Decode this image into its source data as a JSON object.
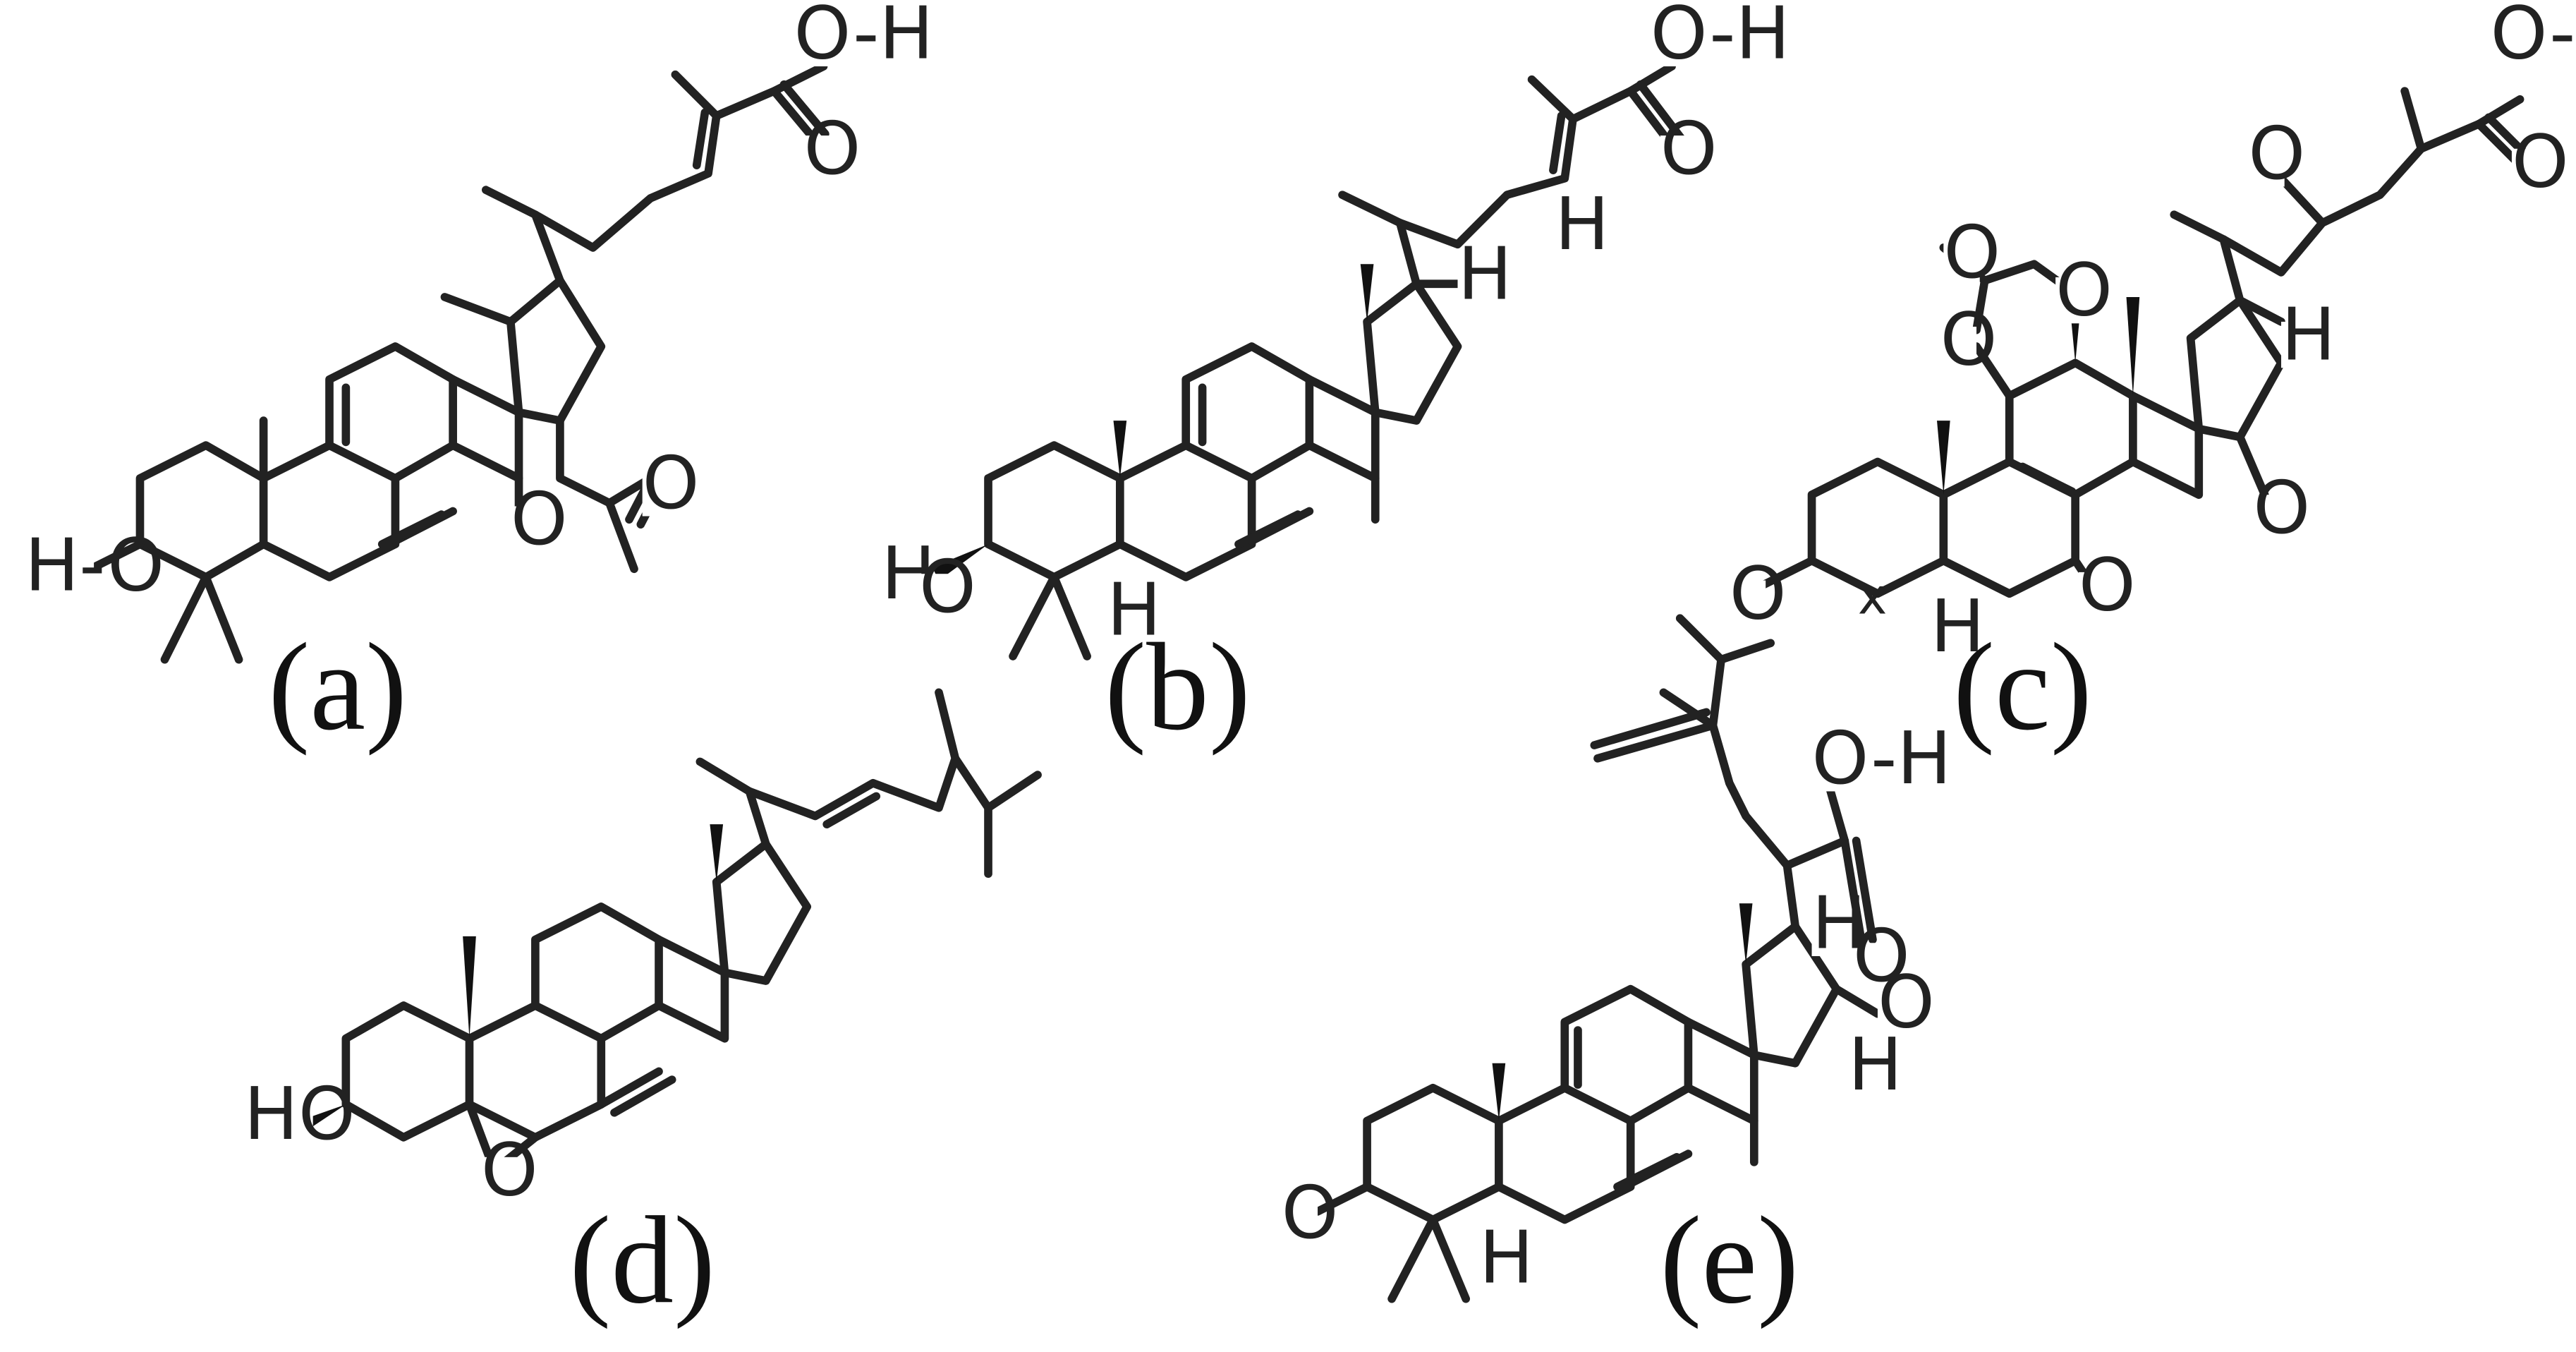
{
  "panels": [
    {
      "id": "a",
      "label": "(a)",
      "atoms": {
        "oh_acid": "O-H",
        "o_acid": "O",
        "ho": "H-O",
        "o_ester": "O",
        "o_carbonyl": "O"
      }
    },
    {
      "id": "b",
      "label": "(b)",
      "atoms": {
        "oh_acid": "O-H",
        "o_acid": "O",
        "h_alkene": "H",
        "h_c17": "H",
        "ho": "H",
        "o_ho": "O",
        "h_c5": "H"
      }
    },
    {
      "id": "c",
      "label": "(c)",
      "atoms": {
        "oh_acid": "O-H",
        "o_acid": "O",
        "o_side": "O",
        "o_ester_c": "O",
        "o_ester": "O",
        "o_c11": "O",
        "h_c17": "H",
        "o_c15": "O",
        "o_c7": "O",
        "o_c3": "O",
        "h_c5": "H",
        "x_mark": "x"
      }
    },
    {
      "id": "d",
      "label": "(d)",
      "atoms": {
        "ho": "HO",
        "o_epox": "O"
      }
    },
    {
      "id": "e",
      "label": "(e)",
      "atoms": {
        "oh_acid": "O-H",
        "o_acid": "O",
        "h_c17": "H",
        "oh_c16": "O",
        "h_c16": "H",
        "o_c3": "O",
        "h_c5": "H"
      }
    }
  ]
}
